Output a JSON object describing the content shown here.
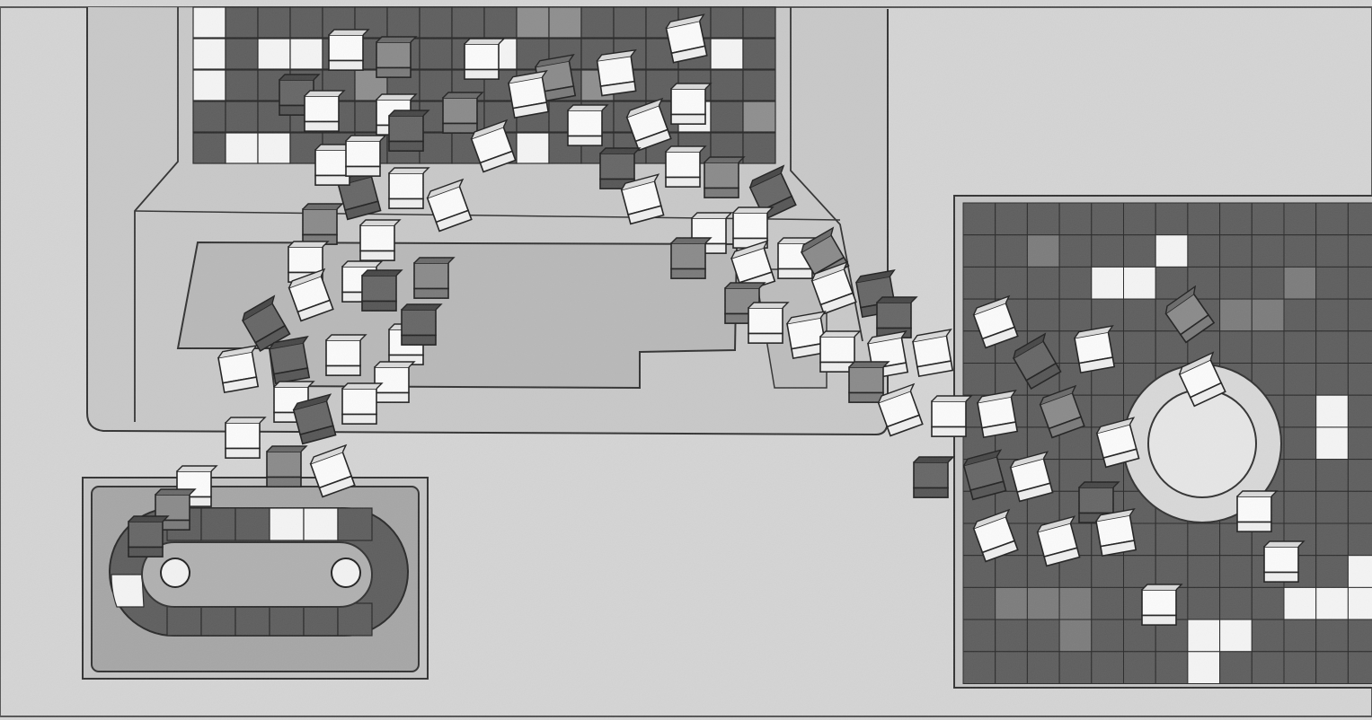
{
  "illustration": {
    "kind": "monochrome illustration of blocks moving between game boards",
    "colors": {
      "background": "#d4d4d4",
      "panel_light": "#c4c4c4",
      "panel_mid": "#a8a8a8",
      "tile_dark": "#5e5e5e",
      "tile_mid": "#7c7c7c",
      "tile_light": "#f4f4f4",
      "grid_line": "#2a2a2a",
      "outline": "#333333"
    },
    "regions": [
      "tiled-slab-top",
      "tray-platform",
      "racetrack-board",
      "square-grid-board",
      "scattered-blocks"
    ]
  }
}
